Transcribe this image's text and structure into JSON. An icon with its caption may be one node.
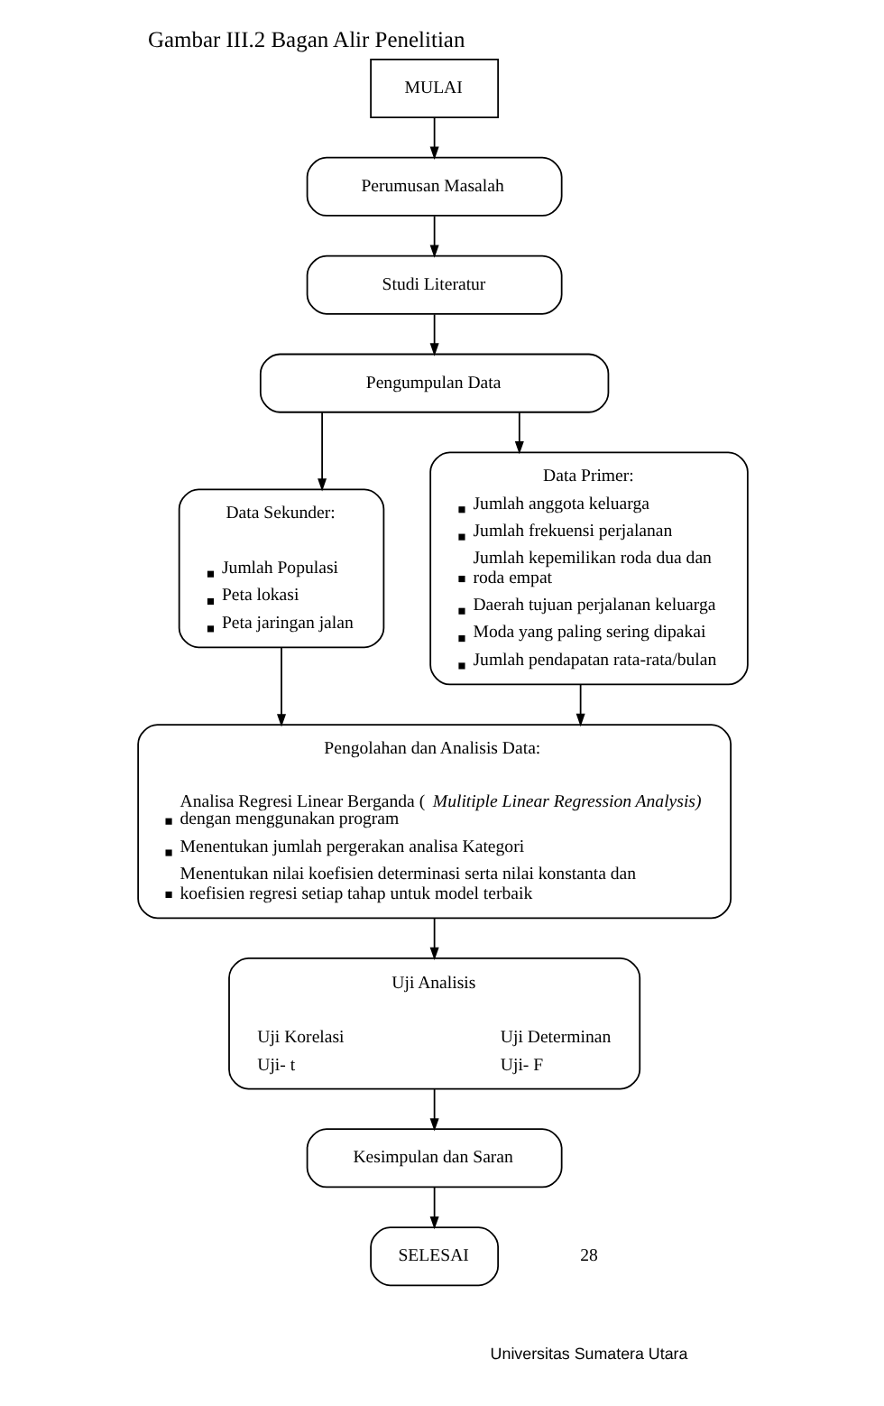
{
  "diagram": {
    "title": "Gambar III.2 Bagan Alir Penelitian",
    "nodes": [
      {
        "text": [
          "MULAI"
        ]
      },
      {
        "text": [
          "Perumusan Masalah"
        ]
      },
      {
        "text": [
          "Studi Literatur"
        ]
      },
      {
        "text": [
          "Pengumpulan Data"
        ]
      },
      {
        "text": [
          "Data Sekunder:",
          "Jumlah Populasi",
          "Peta lokasi",
          "Peta jaringan jalan"
        ]
      },
      {
        "text": [
          "Data Primer:",
          "Jumlah anggota keluarga",
          "Jumlah frekuensi perjalanan",
          "Jumlah kepemilikan roda dua dan roda empat",
          "Daerah tujuan perjalanan keluarga",
          "Moda yang paling sering dipakai",
          "Jumlah pendapatan rata-rata/bulan"
        ]
      },
      {
        "text": [
          "Pengolahan dan Analisis Data:",
          "Analisa Regresi Linear Berganda (*Mulitiple Linear Regression Analysis)* dengan menggunakan program",
          "Menentukan jumlah pergerakan analisa Kategori",
          "Menentukan nilai koefisien determinasi serta nilai konstanta dan koefisien regresi setiap tahap untuk model terbaik"
        ]
      },
      {
        "text": [
          "Uji Analisis",
          "Uji Korelasi",
          "Uji Determinan",
          "Uji- t",
          "Uji- F"
        ]
      },
      {
        "text": [
          "Kesimpulan dan Saran"
        ]
      },
      {
        "text": [
          "SELESAI"
        ]
      }
    ],
    "edges": [
      {
        "from": 0,
        "to": 1,
        "arrow": "to"
      },
      {
        "from": 1,
        "to": 2,
        "arrow": "to"
      },
      {
        "from": 2,
        "to": 3,
        "arrow": "to"
      },
      {
        "from": 3,
        "to": 4,
        "arrow": "to"
      },
      {
        "from": 3,
        "to": 5,
        "arrow": "to"
      },
      {
        "from": 4,
        "to": 6,
        "arrow": "to"
      },
      {
        "from": 5,
        "to": 6,
        "arrow": "to"
      },
      {
        "from": 6,
        "to": 7,
        "arrow": "to"
      },
      {
        "from": 7,
        "to": 8,
        "arrow": "to"
      },
      {
        "from": 8,
        "to": 9,
        "arrow": "to"
      }
    ],
    "labels": [
      "28",
      "Universitas Sumatera Utara"
    ]
  }
}
